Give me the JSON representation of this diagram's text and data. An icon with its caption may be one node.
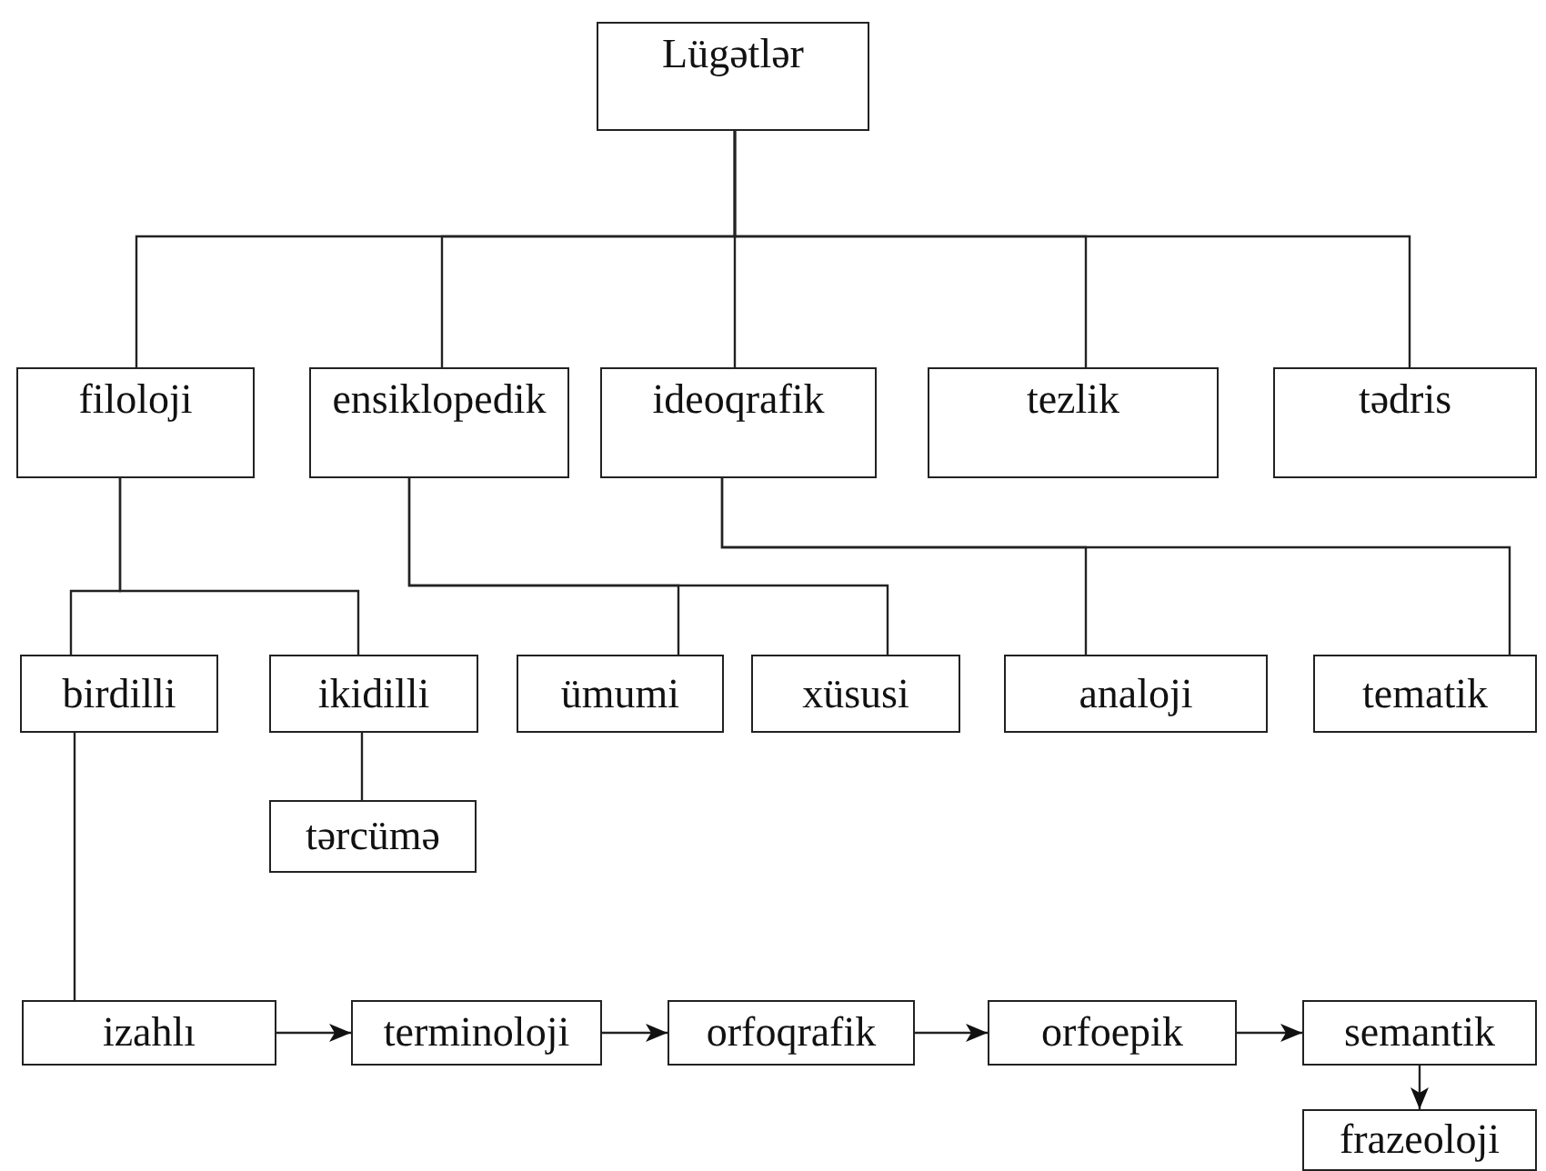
{
  "diagram": {
    "nodes": [
      {
        "text": [
          "Lügətlər"
        ]
      },
      {
        "text": [
          "filoloji"
        ]
      },
      {
        "text": [
          "ensiklopedik"
        ]
      },
      {
        "text": [
          "ideoqrafik"
        ]
      },
      {
        "text": [
          "tezlik"
        ]
      },
      {
        "text": [
          "tədris"
        ]
      },
      {
        "text": [
          "birdilli"
        ]
      },
      {
        "text": [
          "ikidilli"
        ]
      },
      {
        "text": [
          "ümumi"
        ]
      },
      {
        "text": [
          "xüsusi"
        ]
      },
      {
        "text": [
          "analoji"
        ]
      },
      {
        "text": [
          "tematik"
        ]
      },
      {
        "text": [
          "tərcümə"
        ]
      },
      {
        "text": [
          "izahlı"
        ]
      },
      {
        "text": [
          "terminoloji"
        ]
      },
      {
        "text": [
          "orfoqrafik"
        ]
      },
      {
        "text": [
          "orfoepik"
        ]
      },
      {
        "text": [
          "semantik"
        ]
      },
      {
        "text": [
          "frazeoloji"
        ]
      }
    ],
    "edges": [
      {
        "from": 0,
        "to": 1,
        "arrow": "none"
      },
      {
        "from": 0,
        "to": 2,
        "arrow": "none"
      },
      {
        "from": 0,
        "to": 3,
        "arrow": "none"
      },
      {
        "from": 0,
        "to": 4,
        "arrow": "none"
      },
      {
        "from": 0,
        "to": 5,
        "arrow": "none"
      },
      {
        "from": 1,
        "to": 6,
        "arrow": "none"
      },
      {
        "from": 1,
        "to": 7,
        "arrow": "none"
      },
      {
        "from": 2,
        "to": 8,
        "arrow": "none"
      },
      {
        "from": 2,
        "to": 9,
        "arrow": "none"
      },
      {
        "from": 3,
        "to": 10,
        "arrow": "none"
      },
      {
        "from": 3,
        "to": 11,
        "arrow": "none"
      },
      {
        "from": 7,
        "to": 12,
        "arrow": "none"
      },
      {
        "from": 6,
        "to": 13,
        "arrow": "none"
      },
      {
        "from": 13,
        "to": 14,
        "arrow": "to"
      },
      {
        "from": 14,
        "to": 15,
        "arrow": "to"
      },
      {
        "from": 15,
        "to": 16,
        "arrow": "to"
      },
      {
        "from": 16,
        "to": 17,
        "arrow": "to"
      },
      {
        "from": 17,
        "to": 18,
        "arrow": "to"
      }
    ]
  }
}
